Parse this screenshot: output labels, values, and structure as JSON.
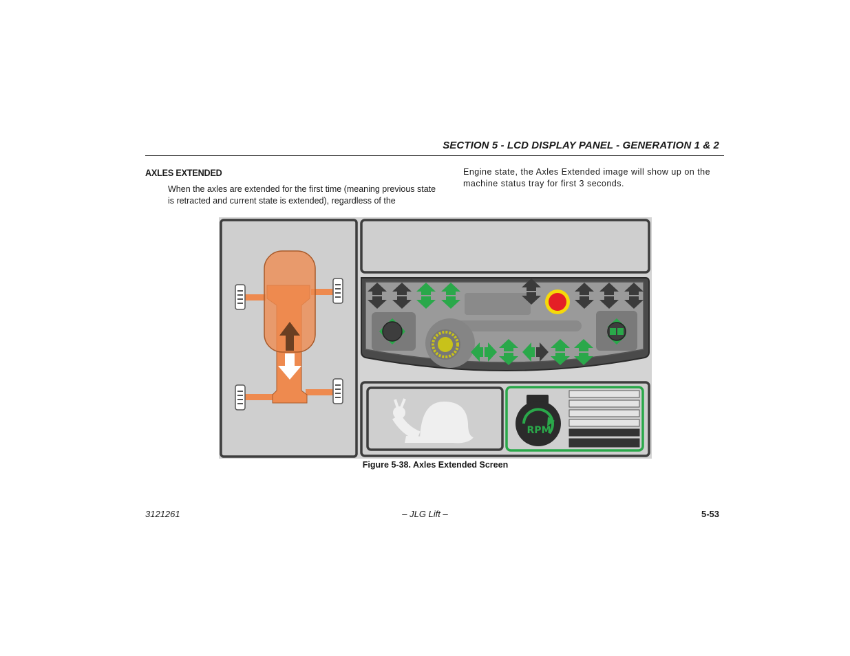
{
  "header": {
    "section_title": "SECTION 5 - LCD DISPLAY PANEL - GENERATION 1 & 2"
  },
  "section": {
    "heading": "AXLES EXTENDED",
    "paragraph_left": "When the axles are extended for the first time (meaning previous state is retracted and current state is extended), regardless of the",
    "paragraph_right": "Engine state, the Axles Extended image will show up on the machine status tray for first 3 seconds."
  },
  "figure": {
    "caption": "Figure 5-38. Axles Extended Screen",
    "rpm_label": "RPM",
    "colors": {
      "orange": "#ee8a4f",
      "green": "#2aa84a",
      "red": "#e41f26",
      "yellow": "#f5d90a",
      "dark": "#3b3b3b",
      "panel": "#d6d6d6"
    },
    "icons": [
      "axle-vehicle-icon",
      "extend-arrow-icon",
      "retract-arrow-icon",
      "snail-icon",
      "rpm-icon",
      "joystick-icon",
      "dial-icon",
      "stop-indicator-icon"
    ]
  },
  "footer": {
    "doc_number": "3121261",
    "brand": "– JLG Lift –",
    "page_number": "5-53"
  }
}
